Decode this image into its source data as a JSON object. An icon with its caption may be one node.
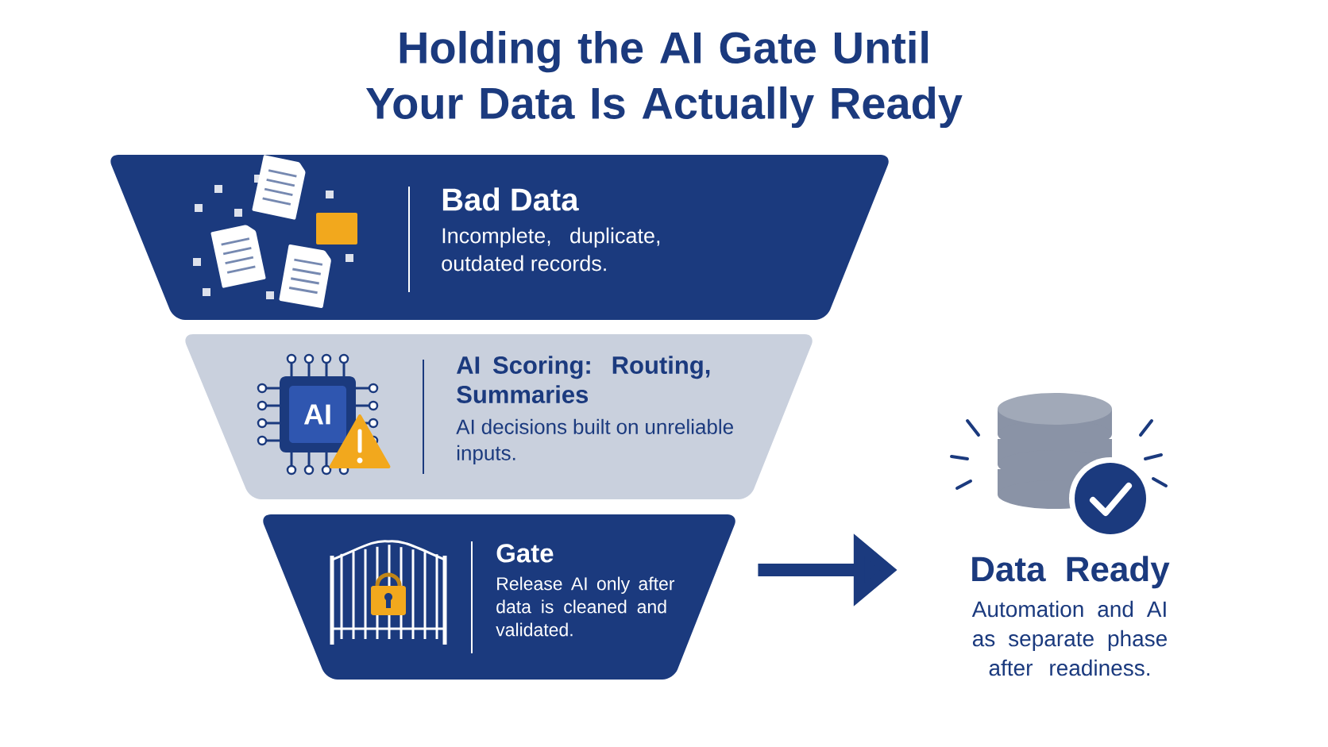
{
  "diagram": {
    "title": "Holding the AI Gate Until Your Data Is Actually Ready",
    "nodes": [
      {
        "text": [
          "Bad Data",
          "Incomplete, duplicate, outdated records."
        ]
      },
      {
        "text": [
          "AI Scoring: Routing, Summaries",
          "AI decisions built on unreliable inputs."
        ]
      },
      {
        "text": [
          "Gate",
          "Release AI only after data is cleaned and validated."
        ]
      },
      {
        "text": [
          "Data Ready",
          "Automation and AI as separate phase after readiness."
        ]
      }
    ],
    "edges": [
      {
        "from": 2,
        "to": 3,
        "arrow": "to"
      }
    ],
    "labels": [
      "AI"
    ]
  }
}
